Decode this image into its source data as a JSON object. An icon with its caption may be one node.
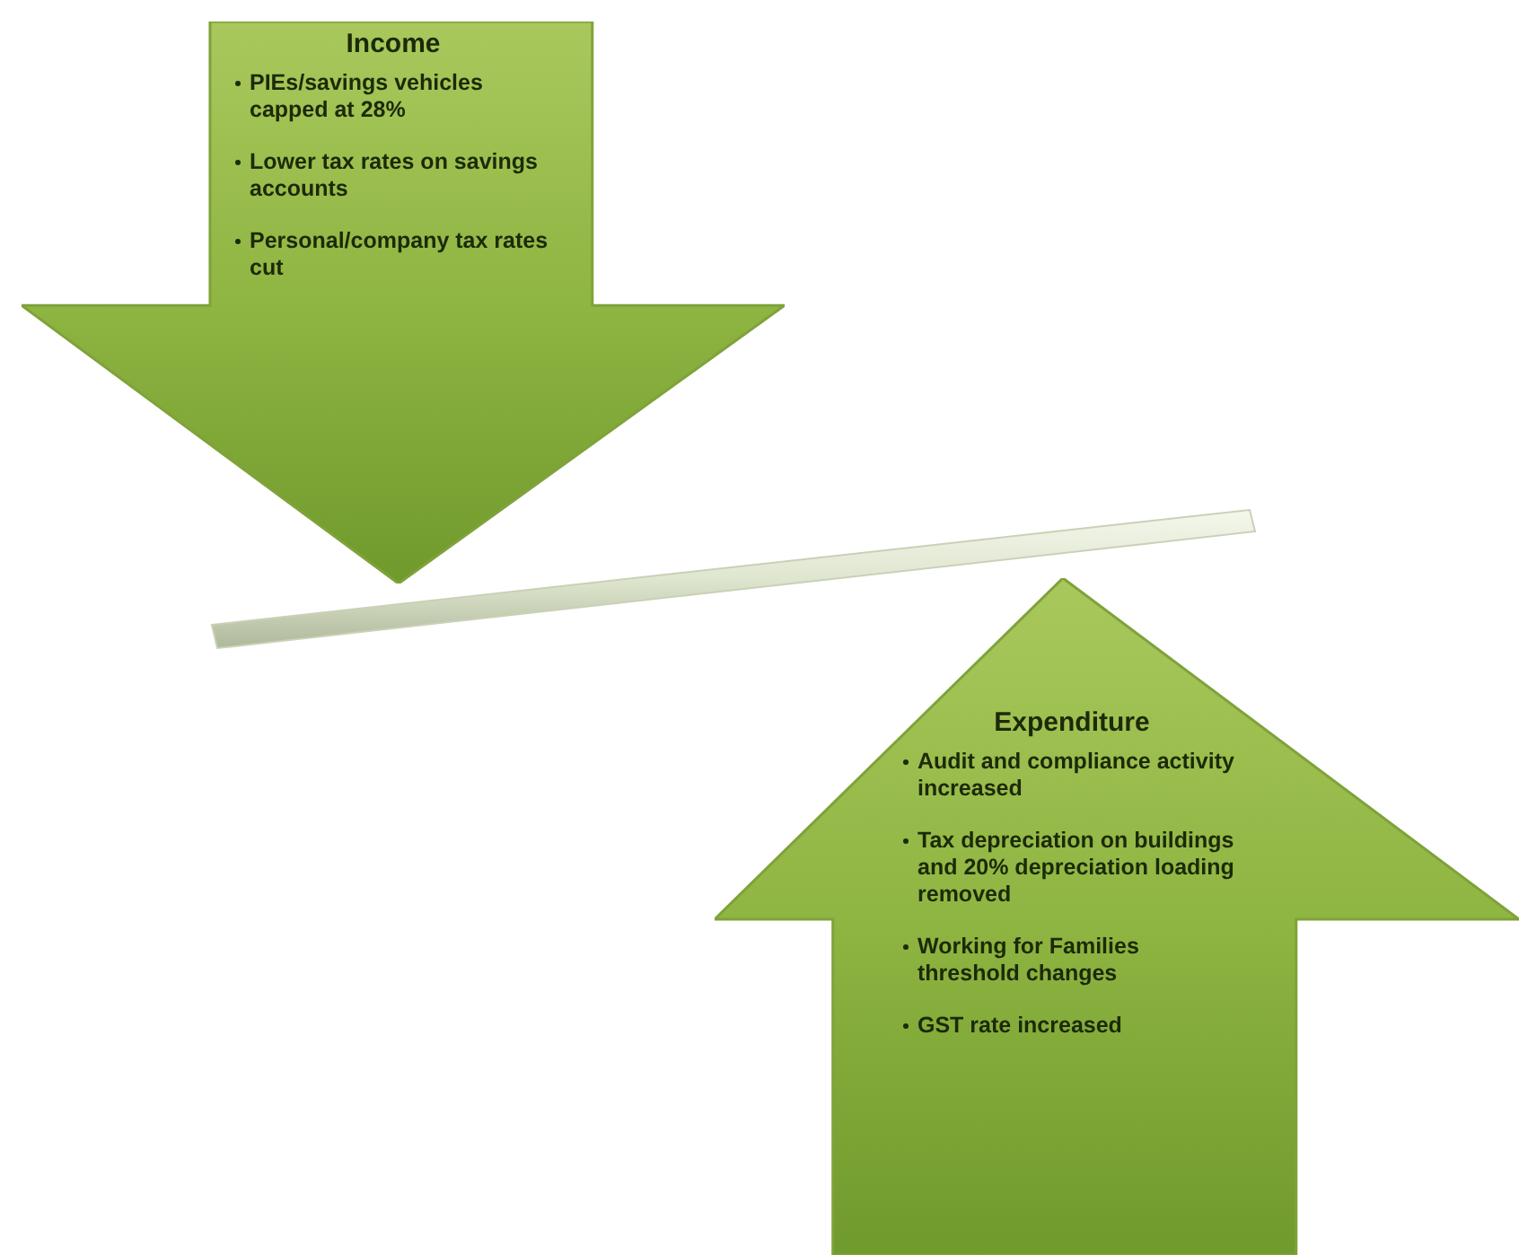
{
  "diagram": {
    "nodes": [
      {
        "text": [
          "Income",
          "PIEs/savings vehicles capped at 28%",
          "Lower tax rates on savings accounts",
          "Personal/company tax rates cut"
        ]
      },
      {
        "text": [],
        "shape": "bar"
      },
      {
        "text": [
          "Expenditure",
          "Audit and compliance activity increased",
          "Tax depreciation on buildings and 20% depreciation loading removed",
          "Working for Families threshold changes",
          "GST rate increased"
        ]
      }
    ]
  }
}
